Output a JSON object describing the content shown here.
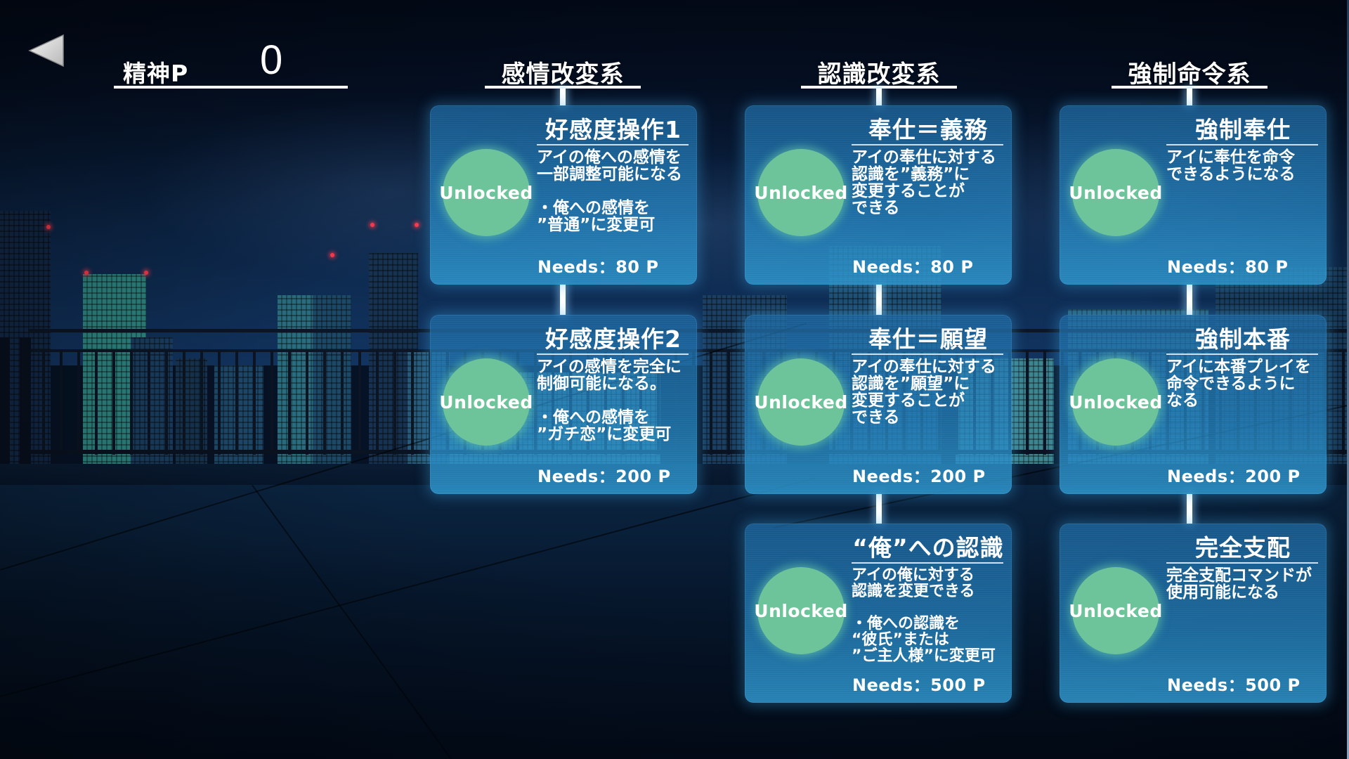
{
  "hud": {
    "back_icon": "triangle-left-icon",
    "points_label": "精神P",
    "points_value": "0"
  },
  "columns": [
    {
      "header": "感情改変系",
      "skills": [
        {
          "title": "好感度操作1",
          "status": "Unlocked",
          "description": "アイの俺への感情を\n一部調整可能になる\n\n・俺への感情を\n”普通”に変更可",
          "needs": "Needs：80 P"
        },
        {
          "title": "好感度操作2",
          "status": "Unlocked",
          "description": "アイの感情を完全に\n制御可能になる。\n\n・俺への感情を\n”ガチ恋”に変更可",
          "needs": "Needs：200 P"
        }
      ]
    },
    {
      "header": "認識改変系",
      "skills": [
        {
          "title": "奉仕＝義務",
          "status": "Unlocked",
          "description": "アイの奉仕に対する\n認識を”義務”に\n変更することが\nできる",
          "needs": "Needs：80 P"
        },
        {
          "title": "奉仕＝願望",
          "status": "Unlocked",
          "description": "アイの奉仕に対する\n認識を”願望”に\n変更することが\nできる",
          "needs": "Needs：200 P"
        },
        {
          "title": "“俺”への認識",
          "status": "Unlocked",
          "description": "アイの俺に対する\n認識を変更できる\n\n・俺への認識を\n“彼氏”または\n”ご主人様”に変更可",
          "needs": "Needs：500 P"
        }
      ]
    },
    {
      "header": "強制命令系",
      "skills": [
        {
          "title": "強制奉仕",
          "status": "Unlocked",
          "description": "アイに奉仕を命令\nできるようになる",
          "needs": "Needs：80 P"
        },
        {
          "title": "強制本番",
          "status": "Unlocked",
          "description": "アイに本番プレイを\n命令できるように\nなる",
          "needs": "Needs：200 P"
        },
        {
          "title": "完全支配",
          "status": "Unlocked",
          "description": "完全支配コマンドが\n使用可能になる",
          "needs": "Needs：500 P"
        }
      ]
    }
  ],
  "colors": {
    "card_bg": "#2378b4",
    "unlock_circle": "#6ec49a",
    "text": "#ffffff",
    "background": "#061326"
  }
}
